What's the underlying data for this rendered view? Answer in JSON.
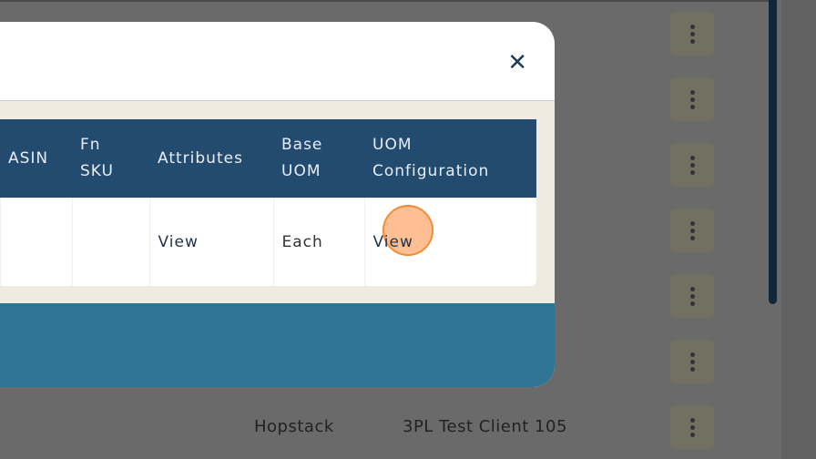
{
  "modal": {
    "close_icon": "close-icon",
    "table": {
      "headers": [
        "ASIN",
        [
          "Fn",
          "SKU"
        ],
        "Attributes",
        [
          "Base",
          "UOM"
        ],
        [
          "UOM",
          "Configuration"
        ]
      ],
      "row": {
        "asin": "",
        "fn_sku": "",
        "attributes": "View",
        "base_uom": "Each",
        "uom_configuration": "View"
      }
    }
  },
  "background": {
    "client_provider": "Hopstack",
    "client_name": "3PL Test Client 105",
    "row_menu_icon": "more-vertical-icon"
  },
  "colors": {
    "header": "#224b6f",
    "footer": "#2e7595",
    "cream": "#efebe0"
  }
}
